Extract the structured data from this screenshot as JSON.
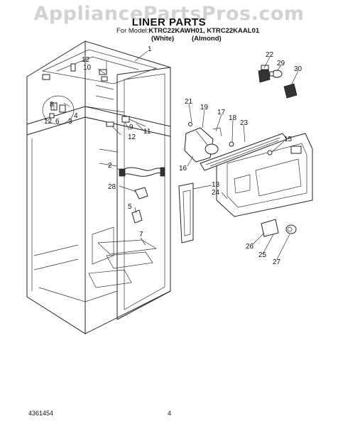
{
  "watermark": "AppliancePartsPros.com",
  "title": "LINER PARTS",
  "models": {
    "label": "For Model:",
    "white_model": "KTRC22KAWH01,",
    "almond_model": "KTRC22KAAL01",
    "white": "(White)",
    "almond": "(Almond)"
  },
  "callouts": [
    "1",
    "2",
    "3",
    "4",
    "5",
    "6",
    "7",
    "8",
    "9",
    "10",
    "11",
    "12",
    "12",
    "12",
    "13",
    "15",
    "16",
    "17",
    "18",
    "19",
    "21",
    "22",
    "23",
    "24",
    "25",
    "26",
    "27",
    "28",
    "29",
    "30"
  ],
  "footer": {
    "doc_number": "4361454",
    "page": "4"
  }
}
